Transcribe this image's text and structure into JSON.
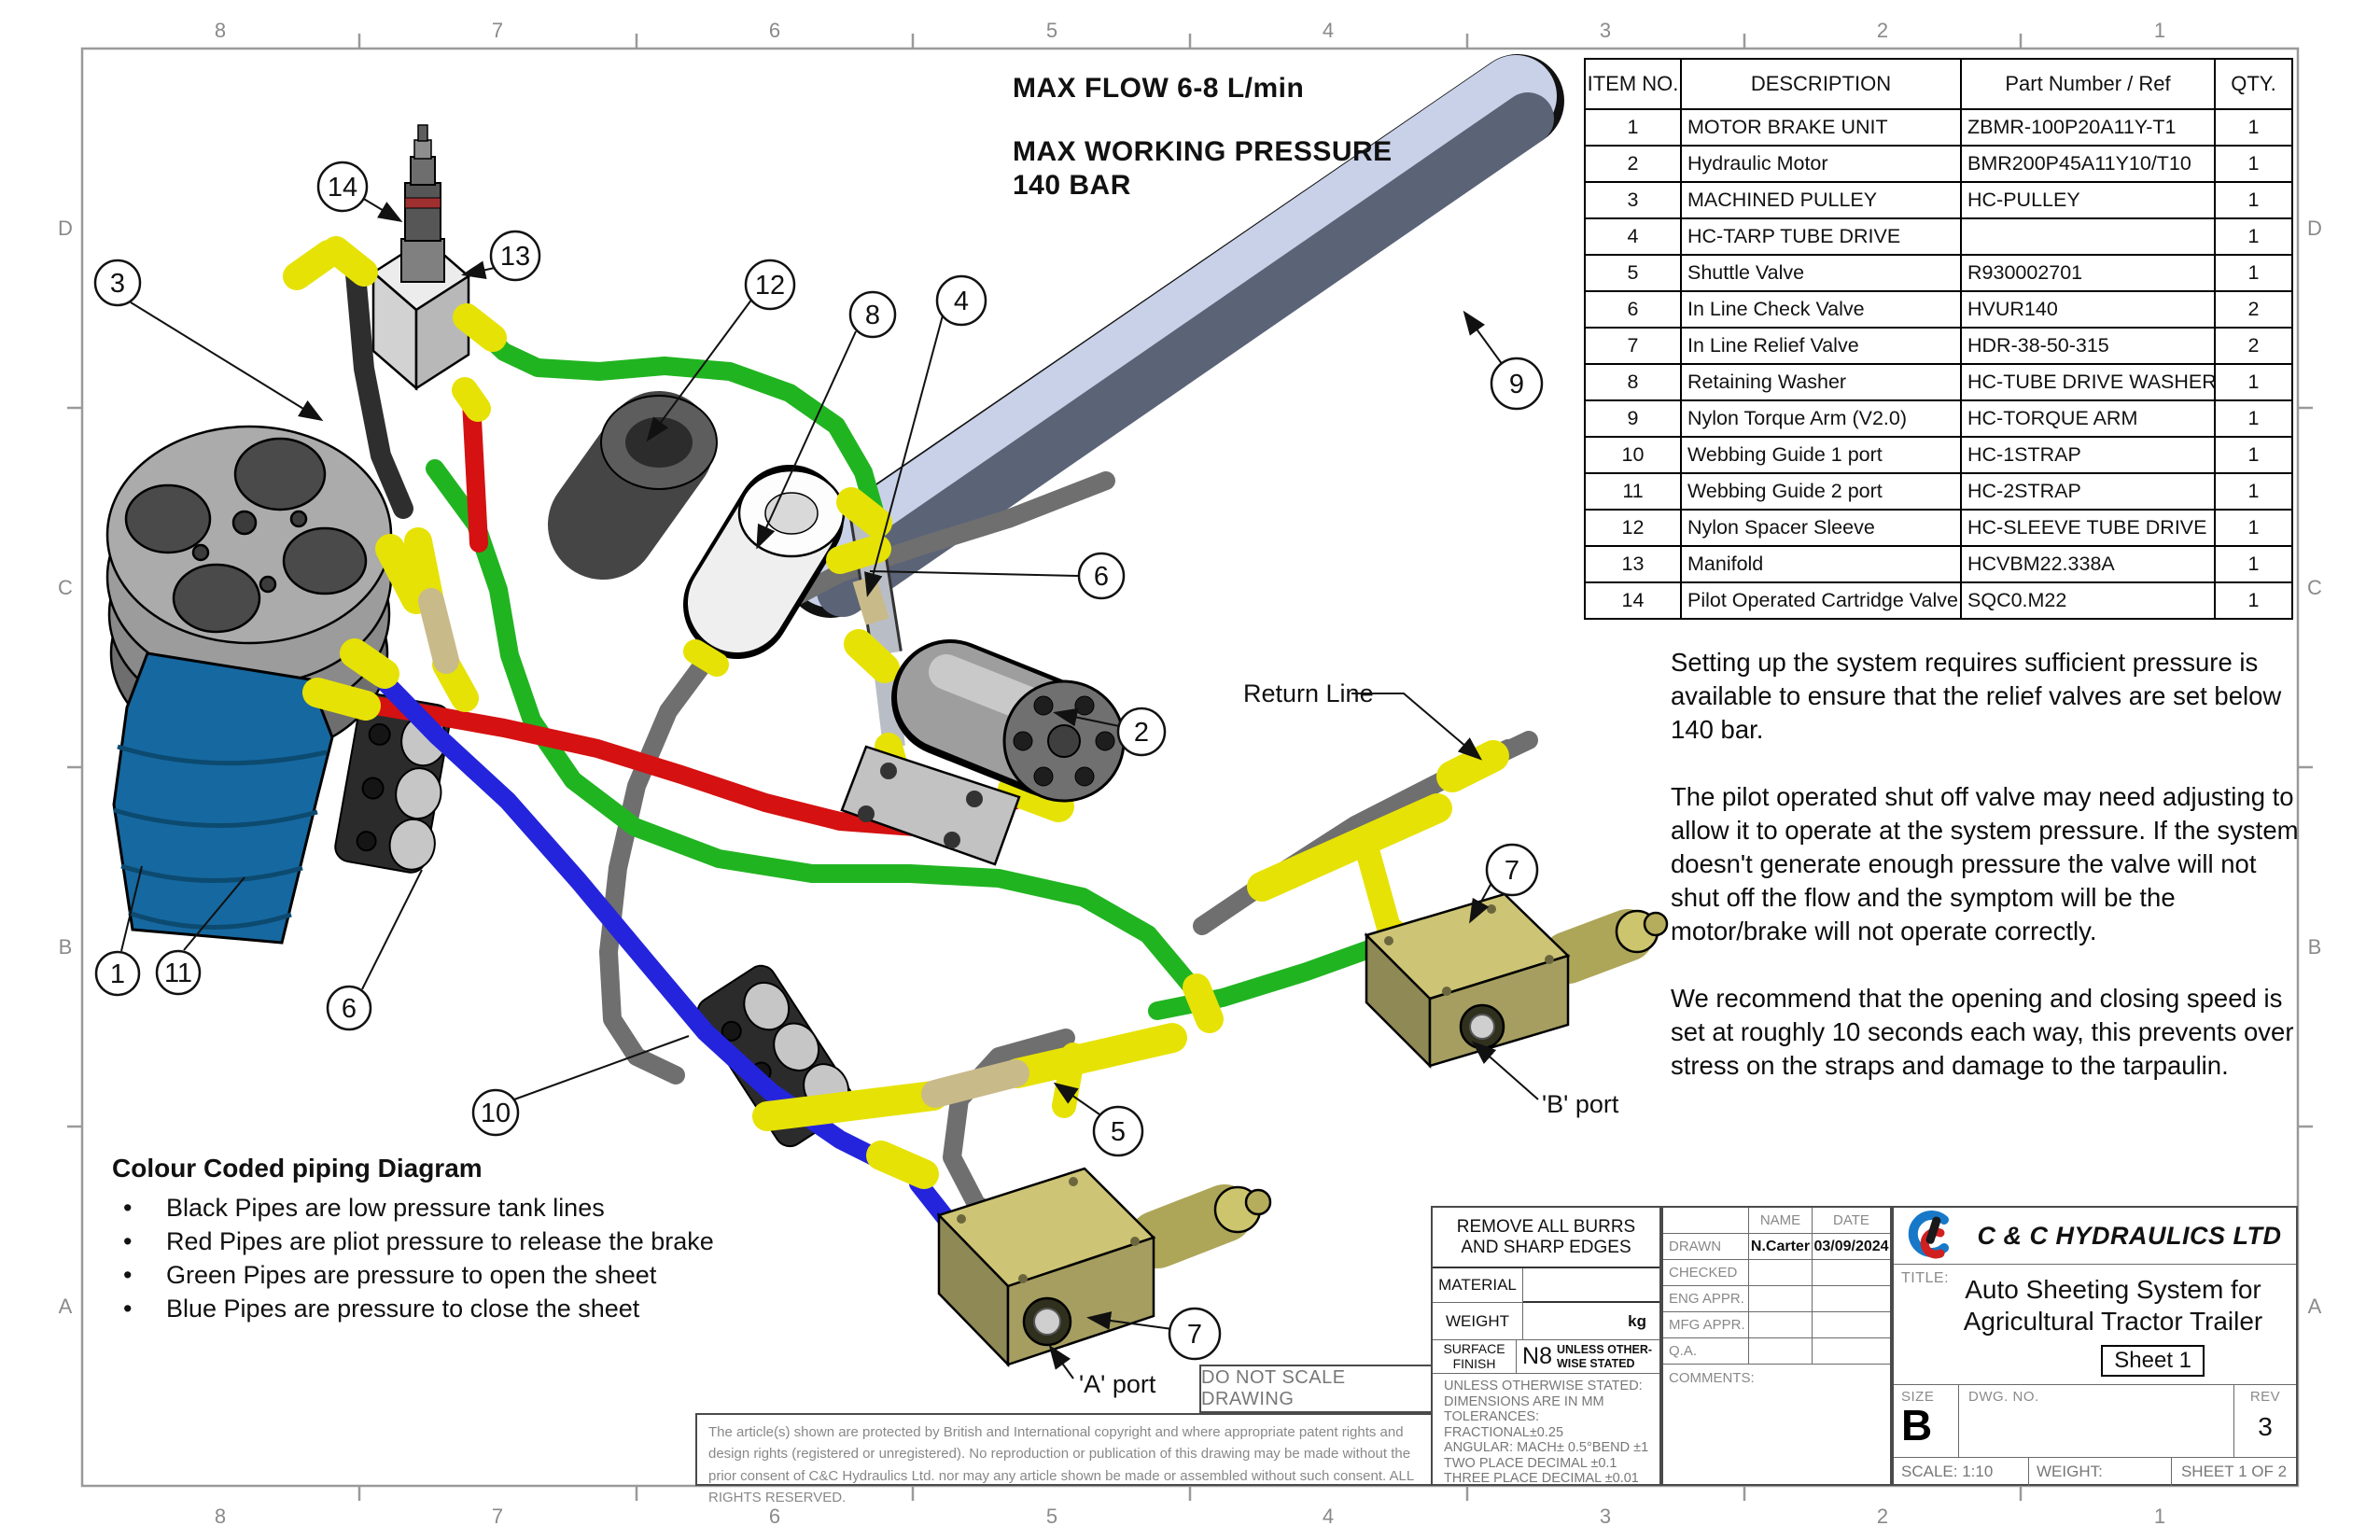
{
  "drawing": {
    "zones_h": [
      "8",
      "7",
      "6",
      "5",
      "4",
      "3",
      "2",
      "1"
    ],
    "zones_v": [
      "D",
      "C",
      "B",
      "A"
    ],
    "annotations": {
      "max_flow": "MAX FLOW 6-8 L/min",
      "max_pressure_1": "MAX WORKING PRESSURE",
      "max_pressure_2": "140 BAR",
      "return_line": "Return Line",
      "a_port": "'A' port",
      "b_port": "'B' port"
    },
    "balloons": [
      {
        "number": "3"
      },
      {
        "number": "14"
      },
      {
        "number": "13"
      },
      {
        "number": "12"
      },
      {
        "number": "8"
      },
      {
        "number": "4"
      },
      {
        "number": "9"
      },
      {
        "number": "6"
      },
      {
        "number": "2"
      },
      {
        "number": "1"
      },
      {
        "number": "11"
      },
      {
        "number": "6"
      },
      {
        "number": "10"
      },
      {
        "number": "5"
      },
      {
        "number": "7"
      },
      {
        "number": "7"
      }
    ]
  },
  "colors": {
    "pipe_black": "#2e2e2e",
    "pipe_gray": "#6f6f6f",
    "pipe_red": "#d51111",
    "pipe_green": "#21b421",
    "pipe_blue": "#2424dd",
    "fitting_yellow": "#e6e205",
    "brass_tan": "#c9ba8a",
    "valve_khaki": "#cdc575",
    "motor_blue": "#1668a0",
    "arm_slate": "#5b6377",
    "arm_light": "#c9d1e8",
    "logo_blue": "#1878c8",
    "logo_red": "#d02020"
  },
  "parts_table": {
    "headers": [
      "ITEM NO.",
      "DESCRIPTION",
      "Part Number / Ref",
      "QTY."
    ],
    "rows": [
      {
        "item": "1",
        "description": "MOTOR BRAKE  UNIT",
        "part": "ZBMR-100P20A11Y-T1",
        "qty": "1"
      },
      {
        "item": "2",
        "description": "Hydraulic Motor",
        "part": "BMR200P45A11Y10/T10",
        "qty": "1"
      },
      {
        "item": "3",
        "description": "MACHINED PULLEY",
        "part": "HC-PULLEY",
        "qty": "1"
      },
      {
        "item": "4",
        "description": "HC-TARP TUBE DRIVE",
        "part": "",
        "qty": "1"
      },
      {
        "item": "5",
        "description": "Shuttle Valve",
        "part": "R930002701",
        "qty": "1"
      },
      {
        "item": "6",
        "description": "In Line Check Valve",
        "part": "HVUR140",
        "qty": "2"
      },
      {
        "item": "7",
        "description": "In Line Relief Valve",
        "part": "HDR-38-50-315",
        "qty": "2"
      },
      {
        "item": "8",
        "description": "Retaining Washer",
        "part": "HC-TUBE DRIVE WASHER",
        "qty": "1"
      },
      {
        "item": "9",
        "description": "Nylon Torque Arm (V2.0)",
        "part": "HC-TORQUE ARM",
        "qty": "1"
      },
      {
        "item": "10",
        "description": "Webbing Guide 1 port",
        "part": "HC-1STRAP",
        "qty": "1"
      },
      {
        "item": "11",
        "description": "Webbing Guide 2 port",
        "part": "HC-2STRAP",
        "qty": "1"
      },
      {
        "item": "12",
        "description": "Nylon Spacer Sleeve",
        "part": "HC-SLEEVE TUBE DRIVE",
        "qty": "1"
      },
      {
        "item": "13",
        "description": "Manifold",
        "part": "HCVBM22.338A",
        "qty": "1"
      },
      {
        "item": "14",
        "description": "Pilot Operated Cartridge Valve",
        "part": "SQC0.M22",
        "qty": "1"
      }
    ]
  },
  "legend": {
    "title": "Colour Coded piping Diagram",
    "items": [
      "Black Pipes are low pressure tank lines",
      "Red Pipes are pliot pressure to release the brake",
      "Green Pipes are pressure to open the sheet",
      "Blue Pipes are pressure to close the sheet"
    ]
  },
  "notes": {
    "p1": "Setting up the system requires sufficient pressure is available to ensure that the relief valves are set below 140 bar.",
    "p2": "The pilot operated shut off valve may need adjusting to allow it to operate at the system pressure. If the system doesn't generate enough pressure the valve will not shut off the flow and the symptom will be the motor/brake will not operate correctly.",
    "p3": "We recommend that the opening and closing speed is set at roughly 10 seconds each way, this prevents over stress on the straps and damage to the tarpaulin."
  },
  "footer": {
    "do_not_scale": "DO NOT SCALE DRAWING",
    "copyright": "The article(s) shown are protected by British and International copyright and where appropriate patent rights and design rights (registered or unregistered). No reproduction or publication of this drawing may be made without the prior consent of C&C Hydraulics Ltd. nor may any article shown be made or assembled without such consent. ALL RIGHTS RESERVED."
  },
  "spec_block": {
    "remove_burrs": "REMOVE ALL BURRS AND SHARP EDGES",
    "material_label": "MATERIAL",
    "weight_label": "WEIGHT",
    "weight_unit": "kg",
    "surface_label": "SURFACE FINISH",
    "surface_value": "N8",
    "surface_note": "UNLESS OTHER-WISE STATED",
    "tolerance_lines": [
      "UNLESS OTHERWISE STATED:",
      "DIMENSIONS ARE IN MM",
      "TOLERANCES:",
      "FRACTIONAL±0.25",
      "ANGULAR: MACH± 0.5°BEND ±1",
      "TWO PLACE DECIMAL   ±0.1",
      "THREE PLACE DECIMAL ±0.01"
    ]
  },
  "approvals": {
    "name_header": "NAME",
    "date_header": "DATE",
    "rows": [
      {
        "label": "DRAWN",
        "name": "N.Carter",
        "date": "03/09/2024"
      },
      {
        "label": "CHECKED",
        "name": "",
        "date": ""
      },
      {
        "label": "ENG APPR.",
        "name": "",
        "date": ""
      },
      {
        "label": "MFG APPR.",
        "name": "",
        "date": ""
      },
      {
        "label": "Q.A.",
        "name": "",
        "date": ""
      }
    ],
    "comments_label": "COMMENTS:"
  },
  "title_block": {
    "company": "C & C HYDRAULICS LTD",
    "title_label": "TITLE:",
    "title": "Auto Sheeting System for Agricultural Tractor Trailer",
    "sheet_badge": "Sheet 1",
    "size_label": "SIZE",
    "size": "B",
    "dwg_label": "DWG.  NO.",
    "rev_label": "REV",
    "rev": "3",
    "scale": "SCALE: 1:10",
    "weight_label": "WEIGHT:",
    "sheet_info": "SHEET 1 OF 2"
  }
}
